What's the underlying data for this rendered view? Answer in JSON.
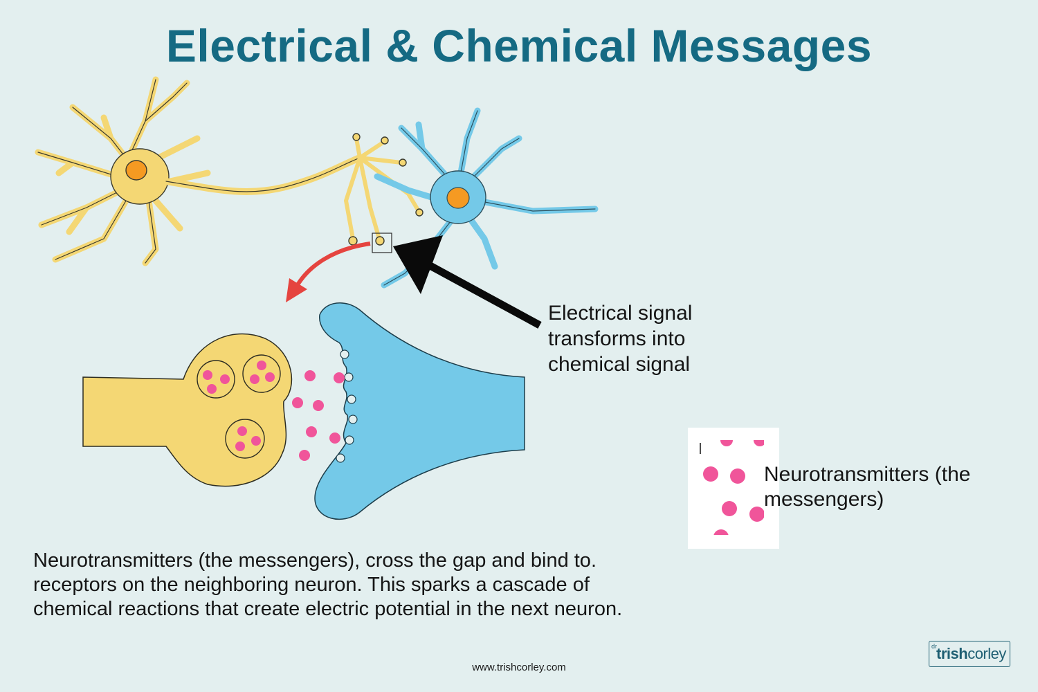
{
  "title": "Electrical & Chemical Messages",
  "signal_label": "Electrical signal transforms into chemical signal",
  "legend_label": "Neurotransmitters (the messengers)",
  "description": "Neurotransmitters (the messengers), cross the gap and bind to. receptors on the neighboring neuron. This sparks a cascade of chemical reactions that create electric potential in the next neuron.",
  "footer_url": "www.trishcorley.com",
  "brand": {
    "prefix": "dr",
    "first": "trish",
    "last": "corley"
  },
  "colors": {
    "background": "#e3efef",
    "title": "#156a83",
    "sending_neuron": "#f4d774",
    "receiving_neuron": "#74c9e8",
    "nucleus": "#f59a22",
    "neurotransmitter": "#f0559a",
    "zoom_arrow": "#e5443f"
  },
  "icons": {
    "zoom_arrow": "curved-arrow-icon",
    "pointer_arrow": "arrow-icon"
  }
}
